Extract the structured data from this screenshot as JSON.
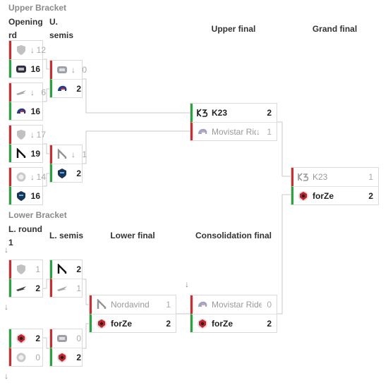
{
  "sections": {
    "upper": "Upper Bracket",
    "lower": "Lower Bracket"
  },
  "round_headers": {
    "opening": "Opening rd",
    "usemis": "U. semis",
    "upper_final": "Upper final",
    "grand_final": "Grand final",
    "lround": "L. round 1",
    "lsemis": "L. semis",
    "lower_final": "Lower final",
    "consolidation": "Consolidation final"
  },
  "matches": {
    "o1": [
      {
        "name": "",
        "score": "12",
        "logo": "shield-icon",
        "arrow": "↓"
      },
      {
        "name": "",
        "score": "16",
        "logo": "crest-icon"
      }
    ],
    "o2": [
      {
        "name": "",
        "score": "6",
        "logo": "wing-icon",
        "arrow": "↓"
      },
      {
        "name": "",
        "score": "16",
        "logo": "helmet-icon"
      }
    ],
    "o3": [
      {
        "name": "",
        "score": "17",
        "logo": "shield-icon",
        "arrow": "↓"
      },
      {
        "name": "",
        "score": "19",
        "logo": "n-logo-icon"
      }
    ],
    "o4": [
      {
        "name": "",
        "score": "14",
        "logo": "badge-icon",
        "arrow": "↓"
      },
      {
        "name": "",
        "score": "16",
        "logo": "knight-icon"
      }
    ],
    "u1": [
      {
        "name": "",
        "score": "0",
        "logo": "crest-icon",
        "arrow": "↓"
      },
      {
        "name": "",
        "score": "2",
        "logo": "helmet-icon"
      }
    ],
    "u2": [
      {
        "name": "",
        "score": "1",
        "logo": "n-logo-icon",
        "arrow": "↓"
      },
      {
        "name": "",
        "score": "2",
        "logo": "knight-icon"
      }
    ],
    "uf": [
      {
        "name": "K23",
        "score": "2",
        "logo": "k23-icon"
      },
      {
        "name": "Movistar Rid…",
        "score": "1",
        "logo": "helmet-icon",
        "arrow": "↓"
      }
    ],
    "gf": [
      {
        "name": "K23",
        "score": "1",
        "logo": "k23-icon"
      },
      {
        "name": "forZe",
        "score": "2",
        "logo": "forze-icon"
      }
    ],
    "l1": [
      {
        "name": "",
        "score": "1",
        "logo": "shield-icon"
      },
      {
        "name": "",
        "score": "2",
        "logo": "wing-icon"
      }
    ],
    "l2": [
      {
        "name": "",
        "score": "2",
        "logo": "forze-icon"
      },
      {
        "name": "",
        "score": "0",
        "logo": "badge-icon"
      }
    ],
    "ls1": [
      {
        "name": "",
        "score": "2",
        "logo": "n-logo-icon"
      },
      {
        "name": "",
        "score": "1",
        "logo": "wing-icon"
      }
    ],
    "ls2": [
      {
        "name": "",
        "score": "0",
        "logo": "crest-icon"
      },
      {
        "name": "",
        "score": "2",
        "logo": "forze-icon"
      }
    ],
    "lf": [
      {
        "name": "Nordavind",
        "score": "1",
        "logo": "n-logo-icon"
      },
      {
        "name": "forZe",
        "score": "2",
        "logo": "forze-icon"
      }
    ],
    "cf": [
      {
        "name": "Movistar Riders",
        "score": "0",
        "logo": "helmet-icon"
      },
      {
        "name": "forZe",
        "score": "2",
        "logo": "forze-icon"
      }
    ]
  },
  "colors": {
    "win": "#22a83a",
    "loss": "#d9262c",
    "line": "#c9c9c9"
  }
}
